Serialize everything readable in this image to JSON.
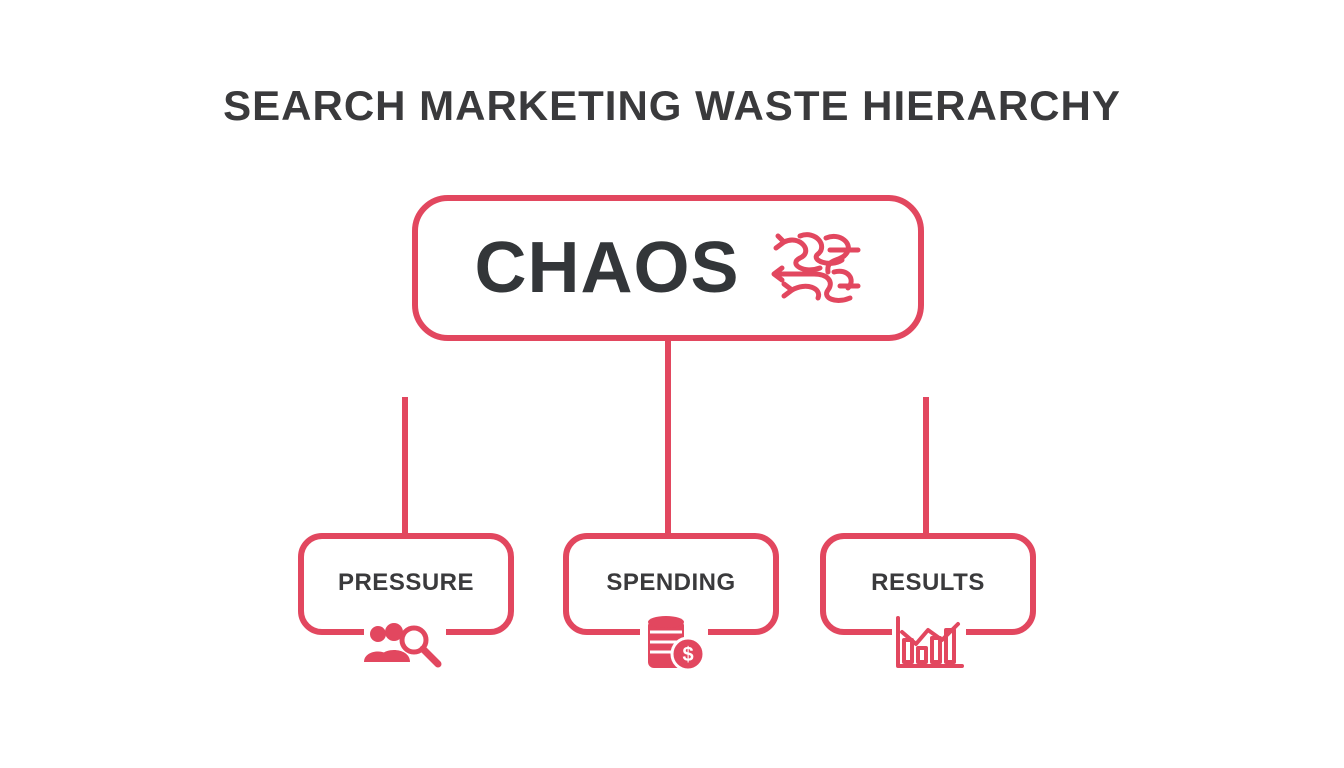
{
  "title": "SEARCH MARKETING WASTE HIERARCHY",
  "colors": {
    "accent": "#e2475f",
    "text": "#3a3a3c",
    "background": "#ffffff"
  },
  "root": {
    "label": "CHAOS",
    "icon": "tangled-arrows-icon"
  },
  "children": [
    {
      "label": "PRESSURE",
      "icon": "people-search-icon"
    },
    {
      "label": "SPENDING",
      "icon": "coin-stack-dollar-icon"
    },
    {
      "label": "RESULTS",
      "icon": "bar-chart-icon"
    }
  ]
}
